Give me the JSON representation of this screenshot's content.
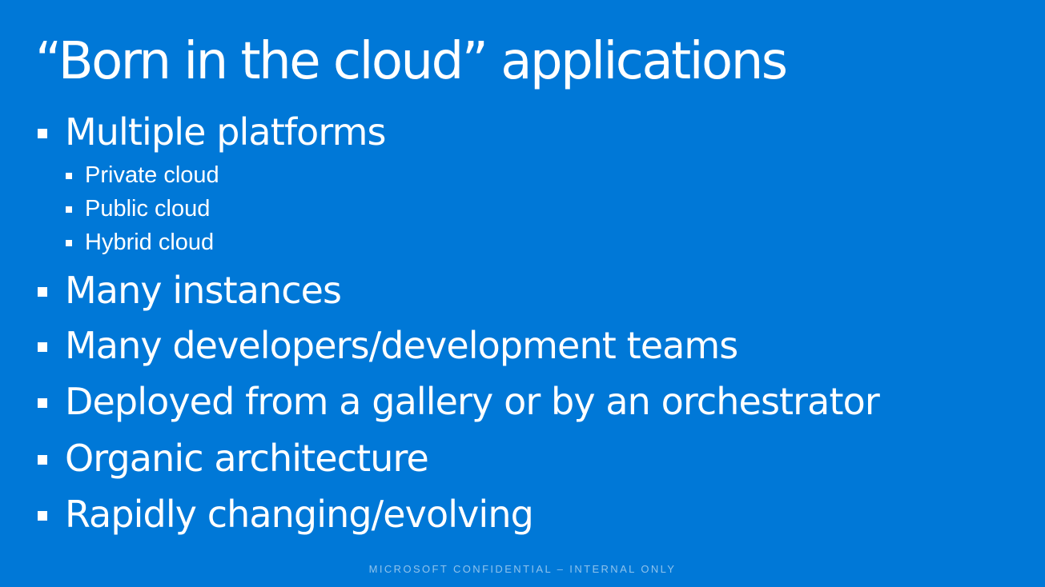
{
  "slide": {
    "title": "“Born in the cloud” applications",
    "background_color": "#0078D7",
    "text_color": "#FFFFFF",
    "bullets": [
      {
        "text": "Multiple platforms",
        "sub": [
          {
            "text": "Private cloud"
          },
          {
            "text": "Public cloud"
          },
          {
            "text": "Hybrid cloud"
          }
        ]
      },
      {
        "text": "Many instances"
      },
      {
        "text": "Many developers/development teams"
      },
      {
        "text": "Deployed from a gallery or by an orchestrator"
      },
      {
        "text": "Organic architecture"
      },
      {
        "text": "Rapidly changing/evolving"
      }
    ],
    "footer": "MICROSOFT CONFIDENTIAL – INTERNAL ONLY"
  }
}
